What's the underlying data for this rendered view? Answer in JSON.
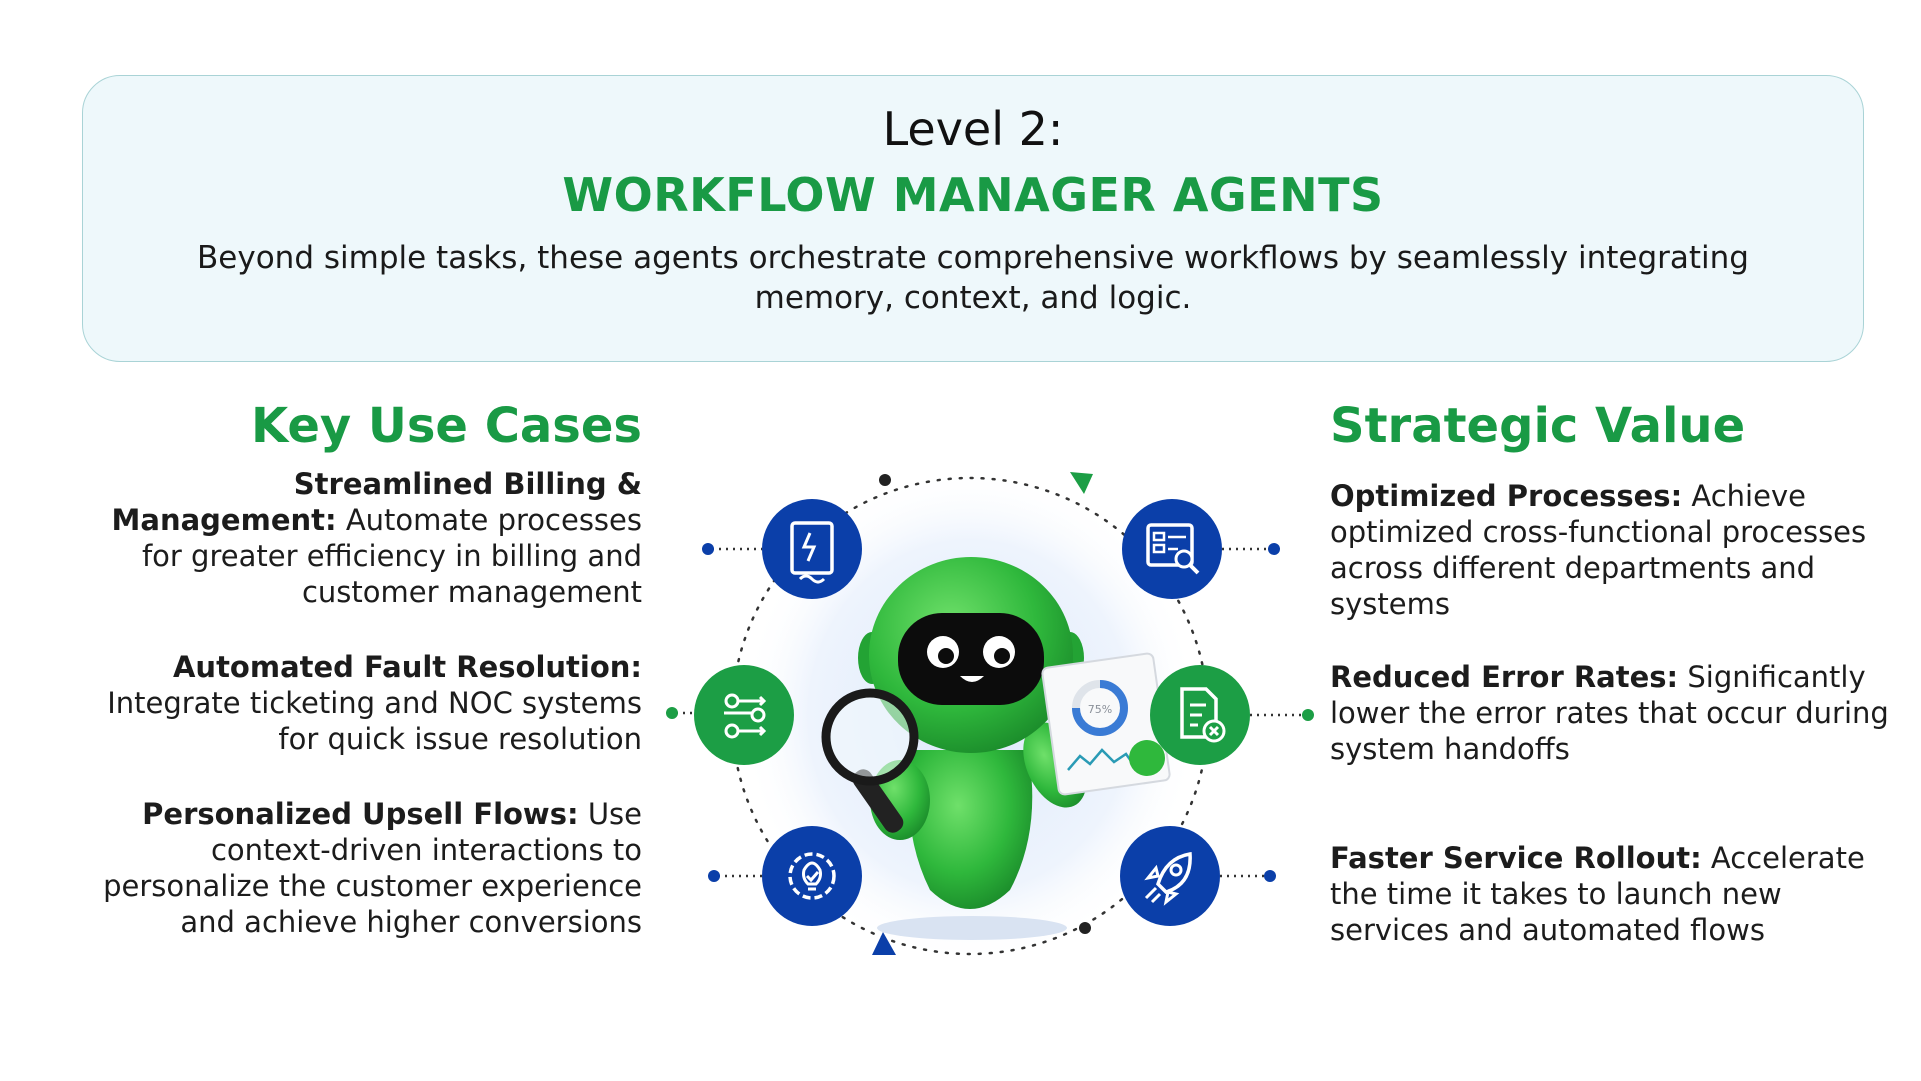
{
  "header": {
    "level": "Level 2:",
    "title": "WORKFLOW MANAGER AGENTS",
    "subtitle": "Beyond simple tasks, these agents orchestrate comprehensive workflows by seamlessly integrating memory, context, and logic."
  },
  "left": {
    "heading": "Key Use Cases",
    "items": [
      {
        "title": "Streamlined Billing & Management:",
        "text": "Automate processes for greater efficiency in billing and customer management"
      },
      {
        "title": "Automated Fault Resolution:",
        "text": "Integrate ticketing and NOC systems for quick issue resolution"
      },
      {
        "title": "Personalized Upsell Flows:",
        "text": "Use context-driven interactions to personalize the customer experience and achieve higher conversions"
      }
    ]
  },
  "right": {
    "heading": "Strategic Value",
    "items": [
      {
        "title": "Optimized Processes:",
        "text": "Achieve optimized cross-functional processes across different departments and systems"
      },
      {
        "title": "Reduced Error Rates:",
        "text": "Significantly lower the error rates that occur during system handoffs"
      },
      {
        "title": "Faster Service Rollout:",
        "text": "Accelerate the time it takes to launch new services and automated flows"
      }
    ]
  },
  "diagram": {
    "report_percent": "75%",
    "icons": [
      "billing-document-icon",
      "workflow-icon",
      "idea-gear-icon",
      "dashboard-search-icon",
      "error-document-icon",
      "rocket-icon"
    ]
  },
  "colors": {
    "green": "#199a45",
    "icon_green": "#1c9e45",
    "icon_blue": "#0b3fa9",
    "header_bg": "#eef8fb",
    "header_border": "#a9d3d6"
  }
}
